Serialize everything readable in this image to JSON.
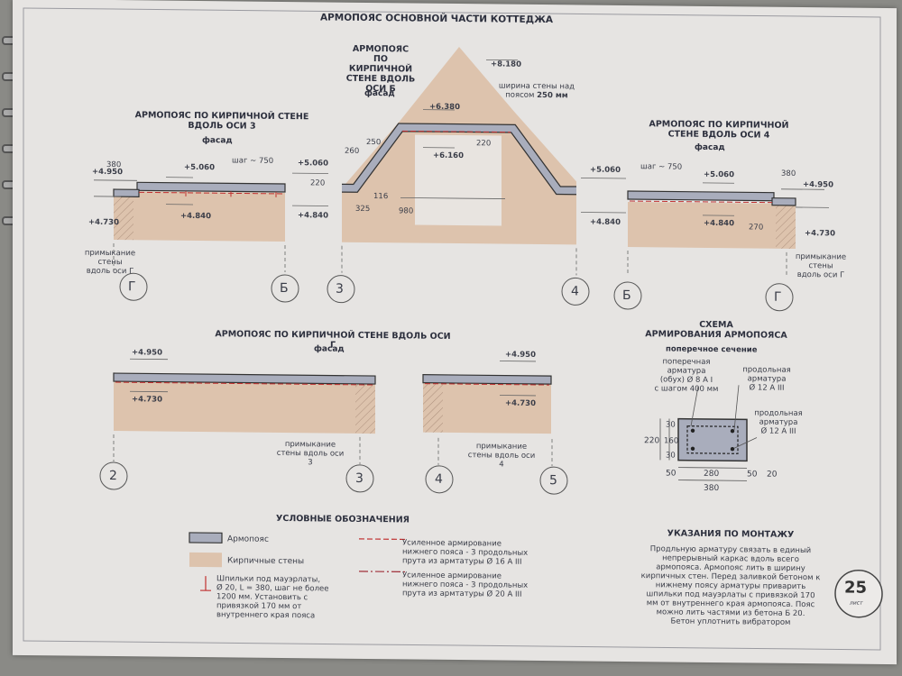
{
  "sheet": {
    "title": "АРМОПОЯС ОСНОВНОЙ ЧАСТИ КОТТЕДЖА",
    "page_number": "25",
    "page_suffix": "лист",
    "colors": {
      "armopoyas": "#a9adbc",
      "brick": "#ddc3ad",
      "paper": "#e6e4e2",
      "red": "#c03030"
    }
  },
  "views": {
    "axis3": {
      "title": "АРМОПОЯС ПО КИРПИЧНОЙ СТЕНЕ ВДОЛЬ ОСИ 3",
      "sub": "фасад"
    },
    "axisB": {
      "title": "АРМОПОЯС ПО КИРПИЧНОЙ СТЕНЕ ВДОЛЬ ОСИ Б",
      "sub": "фасад"
    },
    "axis4": {
      "title": "АРМОПОЯС ПО КИРПИЧНОЙ СТЕНЕ ВДОЛЬ ОСИ 4",
      "sub": "фасад"
    },
    "axisG": {
      "title": "АРМОПОЯС ПО КИРПИЧНОЙ СТЕНЕ ВДОЛЬ ОСИ Г",
      "sub": "фасад"
    }
  },
  "marks": {
    "m4950": "+4.950",
    "m4730": "+4.730",
    "m5060": "+5.060",
    "m4840": "+4.840",
    "m8180": "+8.180",
    "m6380": "+6.380",
    "m6160": "+6.160",
    "step": "шаг ~ 750",
    "d380": "380",
    "d220": "220",
    "d260": "260",
    "d250": "250",
    "d325": "325",
    "d980": "980",
    "d116": "116",
    "d270": "270",
    "wall_width_note_1": "ширина стены над",
    "wall_width_note_2": "поясом",
    "wall_width_value": "250 мм"
  },
  "junctions": {
    "g_1": "примыкание",
    "g_2": "стены",
    "g_3": "вдоль оси Г",
    "a3": "примыкание стены вдоль оси 3",
    "a4": "примыкание стены вдоль оси 4"
  },
  "axes": {
    "g": "Г",
    "b": "Б",
    "n3": "3",
    "n4": "4",
    "n2": "2",
    "n5": "5"
  },
  "scheme": {
    "title_1": "СХЕМА",
    "title_2": "АРМИРОВАНИЯ АРМОПОЯСА",
    "sub": "поперечное сечение",
    "cross_1": "поперечная",
    "cross_2": "арматура",
    "cross_3": "(обух) Ø 8 А I",
    "cross_4": "с шагом 400 мм",
    "long_a_1": "продольная",
    "long_a_2": "арматура",
    "long_a_3": "Ø 12 А III",
    "long_b_1": "продольная",
    "long_b_2": "арматура",
    "long_b_3": "Ø 12 А III",
    "d220": "220",
    "d30a": "30",
    "d160": "160",
    "d30b": "30",
    "d50a": "50",
    "d280": "280",
    "d50b": "50",
    "d20": "20",
    "d380": "380"
  },
  "legend": {
    "title": "УСЛОВНЫЕ ОБОЗНАЧЕНИЯ",
    "armopoyas": "Армопояс",
    "brick": "Кирпичные стены",
    "studs_1": "Шпильки под мауэрлаты,",
    "studs_2": "Ø 20, L = 380, шаг не более",
    "studs_3": "1200 мм. Установить с",
    "studs_4": "привязкой 170 мм от",
    "studs_5": "внутреннего края пояса",
    "rein16_1": "Усиленное армирование",
    "rein16_2": "нижнего пояса - 3 продольных",
    "rein16_3": "прута из армтатуры Ø 16 А III",
    "rein20_1": "Усиленное армирование",
    "rein20_2": "нижнего пояса - 3 продольных",
    "rein20_3": "прута из армтатуры Ø 20 А III"
  },
  "notes": {
    "title": "УКАЗАНИЯ ПО МОНТАЖУ",
    "l1": "Продльную арматуру связать в единый",
    "l2": "непрерывный каркас вдоль всего",
    "l3": "армопояса. Армопояс лить в ширину",
    "l4": "кирпичных стен. Перед заливкой бетоном к",
    "l5": "нижнему поясу арматуры приварить",
    "l6": "шпильки под мауэрлаты с привязкой 170",
    "l7": "мм от внутреннего края армопояса. Пояс",
    "l8": "можно лить частями из бетона Б 20.",
    "l9": "Бетон уплотнить вибратором"
  }
}
